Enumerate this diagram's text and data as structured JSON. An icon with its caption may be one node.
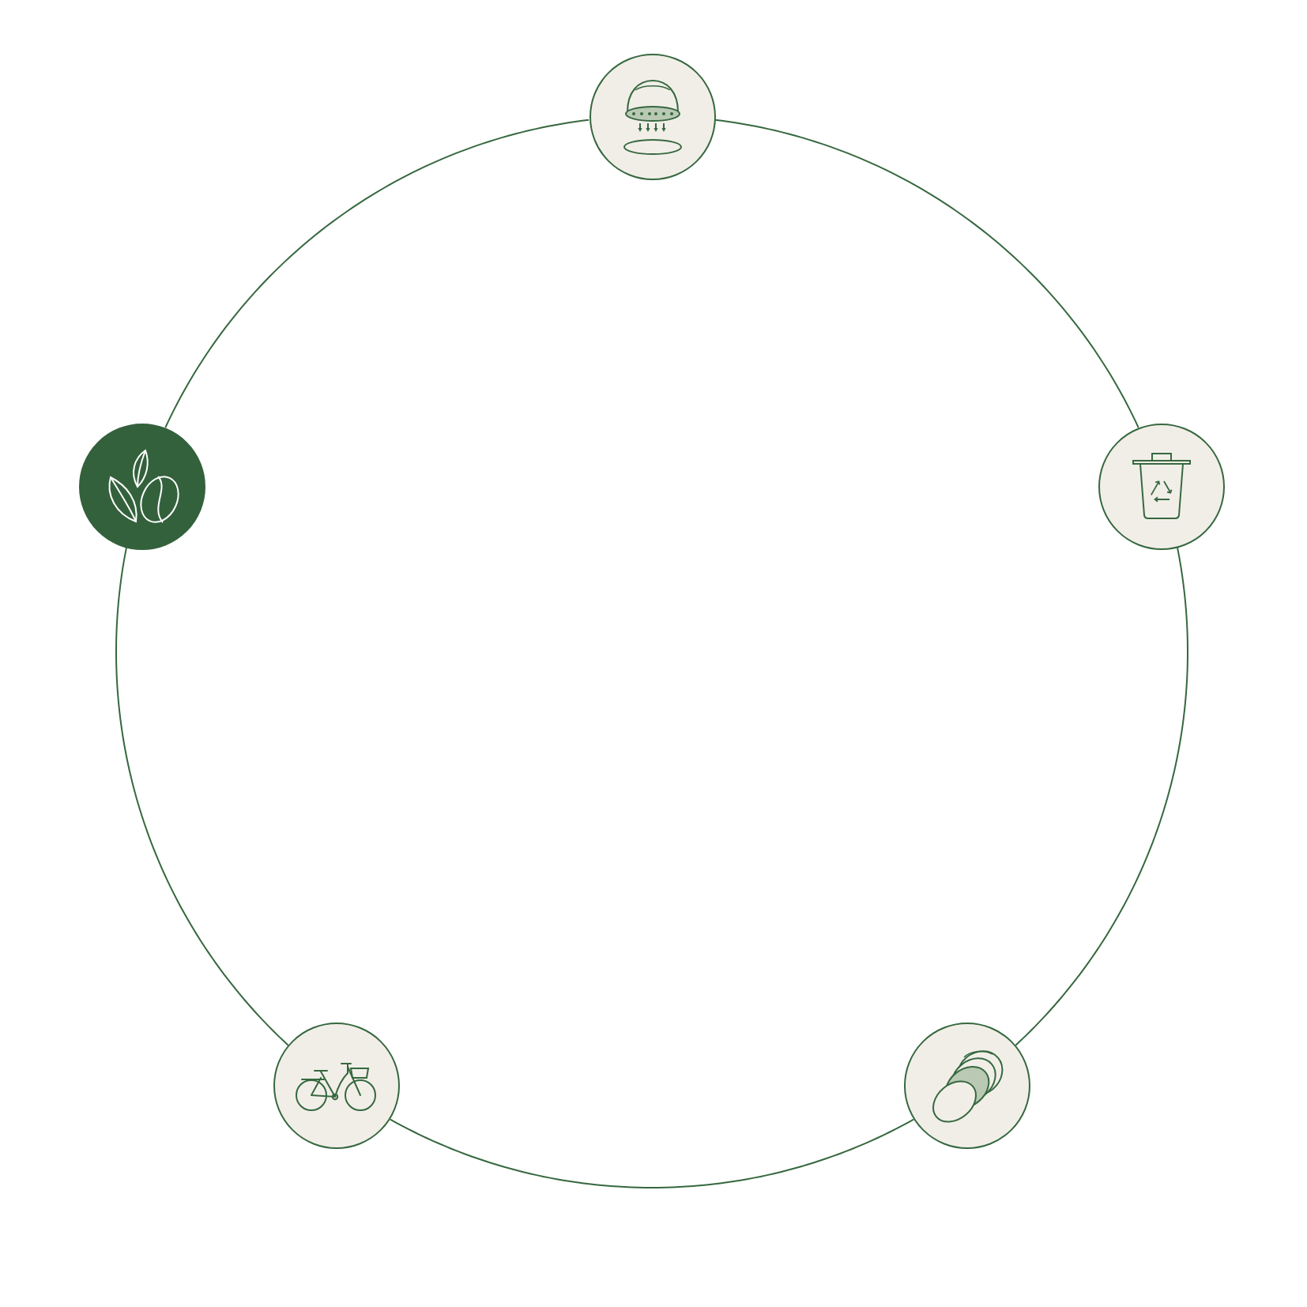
{
  "diagram": {
    "nodes": [
      {
        "text": [],
        "shape": "circle"
      },
      {
        "text": [],
        "shape": "circle"
      },
      {
        "text": [],
        "shape": "circle"
      },
      {
        "text": [],
        "shape": "circle"
      },
      {
        "text": [],
        "shape": "circle"
      }
    ],
    "edges": [
      {
        "from": 0,
        "to": 1,
        "arrow": "none"
      },
      {
        "from": 1,
        "to": 2,
        "arrow": "none"
      },
      {
        "from": 2,
        "to": 3,
        "arrow": "none"
      },
      {
        "from": 3,
        "to": 4,
        "arrow": "none"
      },
      {
        "from": 4,
        "to": 0,
        "arrow": "none"
      }
    ]
  }
}
